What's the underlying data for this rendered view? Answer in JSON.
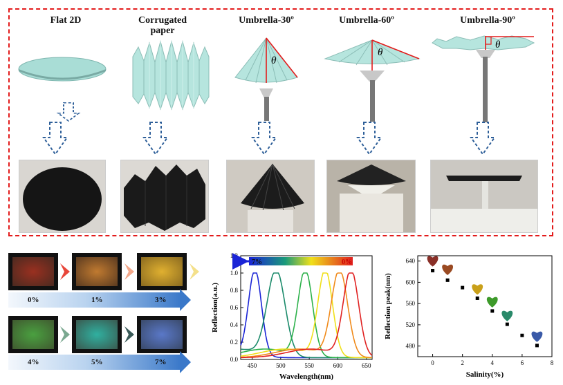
{
  "top_panel": {
    "labels": [
      "Flat 2D",
      "Corrugated paper",
      "Umbrella-30º",
      "Umbrella-60º",
      "Umbrella-90º"
    ],
    "theta_symbol": "θ"
  },
  "color_panel": {
    "row1_percents": [
      "0%",
      "1%",
      "3%"
    ],
    "row2_percents": [
      "4%",
      "5%",
      "7%"
    ]
  },
  "chart_data": [
    {
      "type": "line",
      "xlabel": "Wavelength(nm)",
      "ylabel": "Reflection(a.u.)",
      "xlim": [
        430,
        660
      ],
      "ylim": [
        0.0,
        1.2
      ],
      "xticks": [
        450,
        500,
        550,
        600,
        650
      ],
      "yticks": [
        0.0,
        0.2,
        0.4,
        0.6,
        0.8,
        1.0,
        1.2
      ],
      "legend_bar": {
        "start_label": "7%",
        "end_label": "0%"
      },
      "series": [
        {
          "color": "#1a24d6",
          "peak_x": 455,
          "width": 16
        },
        {
          "color": "#1a8a6a",
          "peak_x": 492,
          "width": 22
        },
        {
          "color": "#2cb14a",
          "peak_x": 543,
          "width": 18
        },
        {
          "color": "#f0e01a",
          "peak_x": 578,
          "width": 18
        },
        {
          "color": "#f08a1a",
          "peak_x": 603,
          "width": 20
        },
        {
          "color": "#e02020",
          "peak_x": 623,
          "width": 19
        }
      ]
    },
    {
      "type": "scatter",
      "xlabel": "Salinity(%)",
      "ylabel": "Reflection peak(nm)",
      "xlim": [
        -1,
        8
      ],
      "ylim": [
        460,
        650
      ],
      "xticks": [
        0,
        2,
        4,
        6,
        8
      ],
      "yticks": [
        480,
        520,
        560,
        600,
        640
      ],
      "points": [
        {
          "x": 0,
          "y": 622
        },
        {
          "x": 1,
          "y": 604
        },
        {
          "x": 2,
          "y": 590
        },
        {
          "x": 3,
          "y": 570
        },
        {
          "x": 4,
          "y": 546
        },
        {
          "x": 5,
          "y": 521
        },
        {
          "x": 6,
          "y": 500
        },
        {
          "x": 7,
          "y": 481
        }
      ],
      "hearts": [
        {
          "x": 0,
          "y": 640,
          "color": "#8a3028"
        },
        {
          "x": 1,
          "y": 624,
          "color": "#9a4a22"
        },
        {
          "x": 3,
          "y": 587,
          "color": "#c9a01a"
        },
        {
          "x": 4,
          "y": 563,
          "color": "#3d9a2a"
        },
        {
          "x": 5,
          "y": 537,
          "color": "#2a8a6a"
        },
        {
          "x": 7,
          "y": 498,
          "color": "#3a5aa8"
        }
      ]
    }
  ]
}
